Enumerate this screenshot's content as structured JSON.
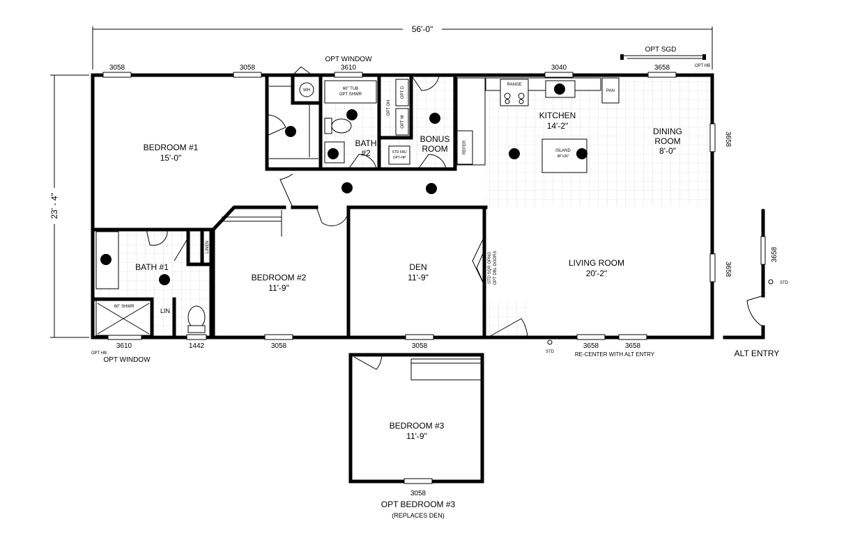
{
  "dimensions": {
    "overall_width": "56'-0\"",
    "overall_depth": "23' - 4\""
  },
  "rooms": {
    "bedroom1": {
      "name": "BEDROOM #1",
      "size": "15'-0\""
    },
    "bath2": {
      "name": "BATH",
      "number": "#2"
    },
    "bonus": {
      "name1": "BONUS",
      "name2": "ROOM"
    },
    "kitchen": {
      "name": "KITCHEN",
      "size": "14'-2\""
    },
    "dining": {
      "name1": "DINING",
      "name2": "ROOM",
      "size": "8'-0\""
    },
    "bath1": {
      "name": "BATH #1"
    },
    "bedroom2": {
      "name": "BEDROOM #2",
      "size": "11'-9\""
    },
    "den": {
      "name": "DEN",
      "size": "11'-9\""
    },
    "living": {
      "name": "LIVING ROOM",
      "size": "20'-2\""
    },
    "bedroom3": {
      "name": "BEDROOM #3",
      "size": "11'-9\""
    }
  },
  "windows": {
    "w_top_1": "3058",
    "w_top_2": "3058",
    "w_top_3": "3610",
    "w_top_4": "3040",
    "w_top_5": "3658",
    "w_right_1": "3658",
    "w_right_2": "3658",
    "w_bottom_1": "3610",
    "w_bottom_2": "1442",
    "w_bottom_3": "3058",
    "w_bottom_4": "3058",
    "w_bottom_5": "3658",
    "w_bottom_6": "3658",
    "w_bed3": "3058",
    "w_alt": "3658"
  },
  "labels": {
    "opt_window_top": "OPT WINDOW",
    "opt_sgd": "OPT SGD",
    "opt_hb_top": "OPT HB",
    "opt_hb_bottom": "OPT HB",
    "opt_window_bottom": "OPT WINDOW",
    "std_bottom": "STD",
    "recenter": "RE-CENTER WITH ALT ENTRY",
    "alt_entry": "ALT ENTRY",
    "std_alt": "STD",
    "opt_bedroom3": "OPT BEDROOM #3",
    "replaces_den": "(REPLACES DEN)",
    "wh": "WH",
    "tub": "60\" TUB",
    "opt_shwr": "OPT SHWR",
    "opt_d": "OPT D",
    "opt_w": "OPT W",
    "opt_oh": "OPT OH",
    "std_fau": "STD FAU",
    "opt_hp": "OPT-HP",
    "range": "RANGE",
    "pan": "PAN",
    "refer": "REFER",
    "island": "ISLAND",
    "island_size": "48\"x36\"",
    "linen": "LINEN",
    "lin": "LIN",
    "shwr60": "60\" SHWR",
    "std_sqr": "STD SQR OPNG",
    "opt_dbl": "OPT DBL DOORS"
  }
}
